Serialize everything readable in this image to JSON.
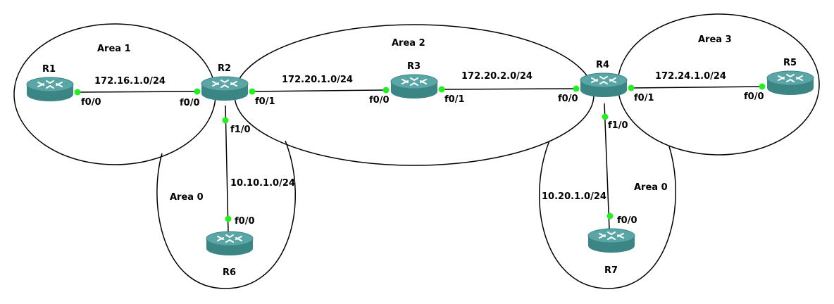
{
  "colors": {
    "link": "#000000",
    "port_dot": "#22ee22",
    "router_top": "#5aa6a6",
    "router_side": "#3c8585",
    "router_glyph": "#ffffff"
  },
  "areas": [
    {
      "id": "area1",
      "label": "Area 1"
    },
    {
      "id": "area2",
      "label": "Area 2"
    },
    {
      "id": "area3",
      "label": "Area 3"
    },
    {
      "id": "area0-left",
      "label": "Area 0"
    },
    {
      "id": "area0-right",
      "label": "Area 0"
    }
  ],
  "routers": [
    {
      "id": "r1",
      "label": "R1",
      "icon": "router-icon"
    },
    {
      "id": "r2",
      "label": "R2",
      "icon": "router-icon"
    },
    {
      "id": "r3",
      "label": "R3",
      "icon": "router-icon"
    },
    {
      "id": "r4",
      "label": "R4",
      "icon": "router-icon"
    },
    {
      "id": "r5",
      "label": "R5",
      "icon": "router-icon"
    },
    {
      "id": "r6",
      "label": "R6",
      "icon": "router-icon"
    },
    {
      "id": "r7",
      "label": "R7",
      "icon": "router-icon"
    }
  ],
  "links": [
    {
      "id": "r1-r2",
      "network": "172.16.1.0/24",
      "a_if": "f0/0",
      "b_if": "f0/0"
    },
    {
      "id": "r2-r3",
      "network": "172.20.1.0/24",
      "a_if": "f0/1",
      "b_if": "f0/0"
    },
    {
      "id": "r3-r4",
      "network": "172.20.2.0/24",
      "a_if": "f0/1",
      "b_if": "f0/0"
    },
    {
      "id": "r4-r5",
      "network": "172.24.1.0/24",
      "a_if": "f0/1",
      "b_if": "f0/0"
    },
    {
      "id": "r2-r6",
      "network": "10.10.1.0/24",
      "a_if": "f1/0",
      "b_if": "f0/0"
    },
    {
      "id": "r4-r7",
      "network": "10.20.1.0/24",
      "a_if": "f1/0",
      "b_if": "f0/0"
    }
  ]
}
